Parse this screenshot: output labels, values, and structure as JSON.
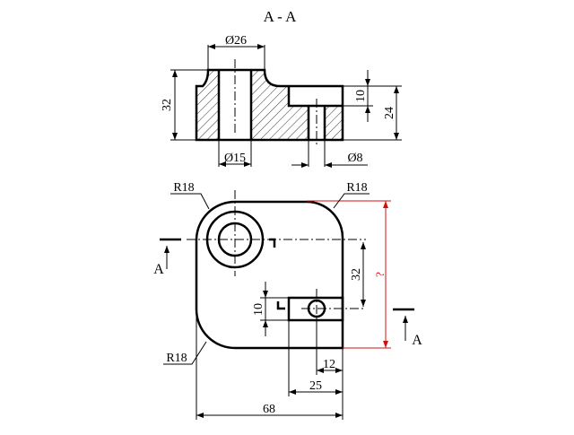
{
  "section_title": "A - A",
  "section_view": {
    "dims": {
      "boss_diameter": "Ø26",
      "hole_diameter": "Ø15",
      "small_hole_diameter": "Ø8",
      "height": "32",
      "pocket_depth": "10",
      "step_height": "24"
    }
  },
  "plan_view": {
    "dims": {
      "radius_top_left": "R18",
      "radius_top_right": "R18",
      "radius_bottom_left": "R18",
      "center_distance": "32",
      "slot_width": "10",
      "hole_offset": "12",
      "slot_length": "25",
      "overall_width": "68",
      "unknown_height": "?"
    },
    "section_marks": {
      "left": "A",
      "right": "A"
    }
  },
  "colors": {
    "line": "#000000",
    "highlight": "#d01010"
  }
}
